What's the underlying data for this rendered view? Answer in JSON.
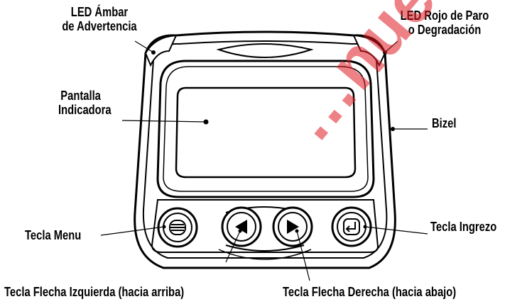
{
  "labels": {
    "led_amber": [
      "LED Ámbar",
      "de Advertencia"
    ],
    "led_red": [
      "LED Rojo de Paro",
      "o Degradación"
    ],
    "display": [
      "Pantalla",
      "Indicadora"
    ],
    "bezel": "Bizel",
    "menu_key": "Tecla Menu",
    "enter_key": "Tecla Ingrezo",
    "left_arrow_key": "Tecla Flecha Izquierda (hacia arriba)",
    "right_arrow_key": "Tecla Flecha Derecha (hacia abajo)"
  },
  "watermark": "…nued",
  "colors": {
    "line": "#000000",
    "watermark": "#e01b24"
  }
}
